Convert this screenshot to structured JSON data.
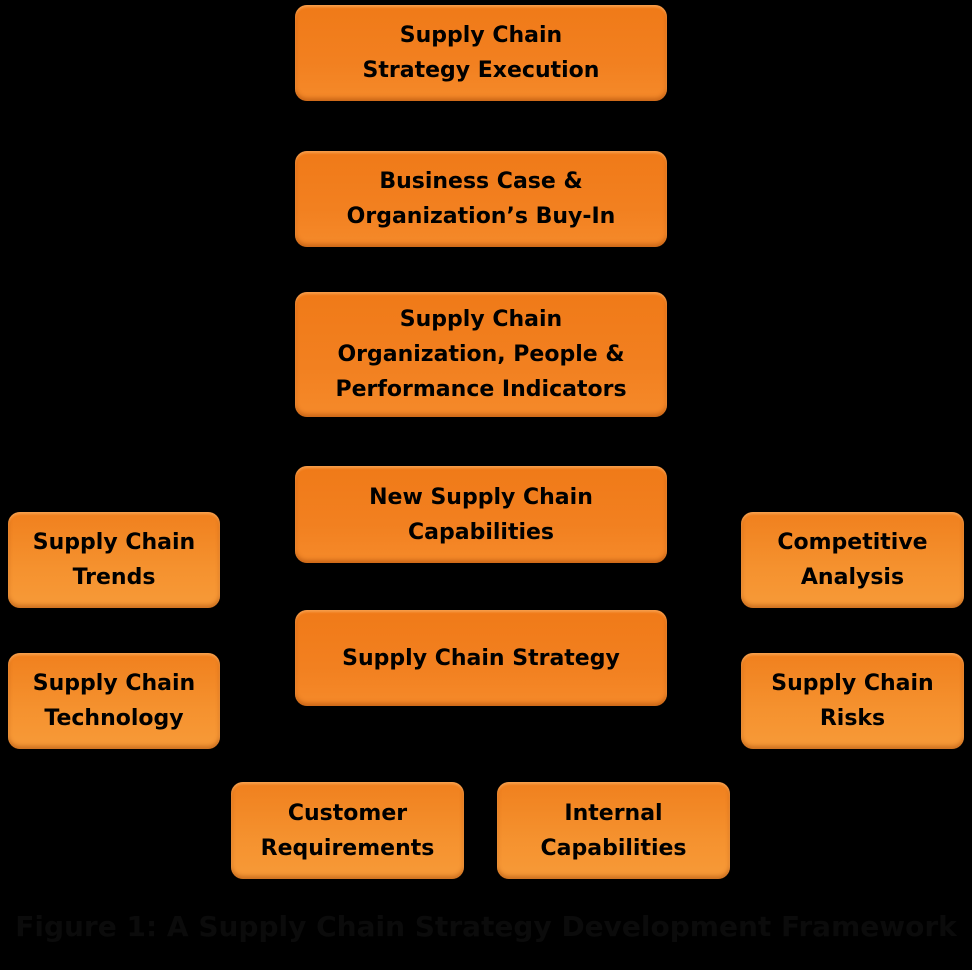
{
  "boxes": {
    "execution": "Supply Chain\nStrategy Execution",
    "business_case": "Business Case &\nOrganization’s Buy-In",
    "organization": "Supply Chain\nOrganization, People &\nPerformance Indicators",
    "capabilities": "New Supply Chain\nCapabilities",
    "strategy": "Supply Chain Strategy",
    "trends": "Supply Chain\nTrends",
    "technology": "Supply Chain\nTechnology",
    "competitive": "Competitive\nAnalysis",
    "risks": "Supply Chain\nRisks",
    "customer": "Customer\nRequirements",
    "internal": "Internal\nCapabilities"
  },
  "caption": "Figure 1: A Supply Chain Strategy Development Framework",
  "colors": {
    "box": "#f28020",
    "background": "#000000",
    "text": "#000000"
  }
}
